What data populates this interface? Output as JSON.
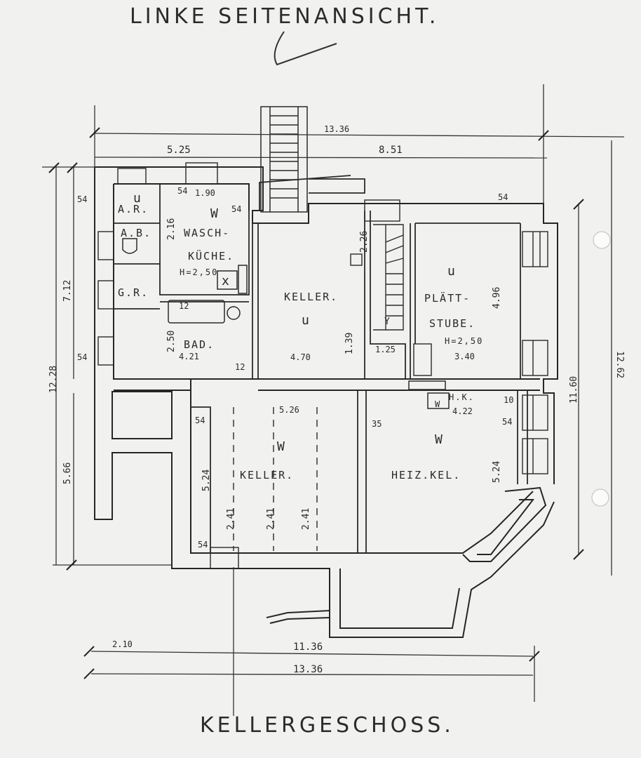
{
  "header": {
    "title": "LINKE SEITENANSICHT."
  },
  "footer": {
    "title": "KELLERGESCHOSS."
  },
  "rooms": {
    "ar": "A.R.",
    "ab": "A.B.",
    "gr": "G.R.",
    "waschkueche_1": "WASCH-",
    "waschkueche_2": "KÜCHE.",
    "waschkueche_h": "H=2,50",
    "bad": "BAD.",
    "keller_main": "KELLER.",
    "plaettstube_1": "PLÄTT-",
    "plaettstube_2": "STUBE.",
    "plaettstube_h": "H=2,50",
    "keller_lower": "KELLER.",
    "heizkeller": "HEIZ.KEL.",
    "hk": "H.K."
  },
  "marks": {
    "u1": "u",
    "u2": "u",
    "u3": "u",
    "w1": "W",
    "w2": "W",
    "w3": "W",
    "w4": "W",
    "x": "x",
    "y": "Y"
  },
  "dimensions": {
    "top_total": "13.36",
    "top_left": "5.25",
    "top_right": "8.51",
    "bottom_inner": "11.36",
    "bottom_total": "13.36",
    "bottom_small": "2.10",
    "left_upper": "7.12",
    "left_total": "12.28",
    "left_lower": "5.66",
    "right_outer": "12.62",
    "right_inner": "11.60",
    "w_190": "1.90",
    "w_216": "2.16",
    "w_250": "2.50",
    "w_421": "4.21",
    "w_470": "4.70",
    "w_125": "1.25",
    "w_340": "3.40",
    "w_496": "4.96",
    "w_139": "1.39",
    "w_226": "2.26",
    "w_526": "5.26",
    "w_422": "4.22",
    "w_524a": "5.24",
    "w_524b": "5.24",
    "w_35": "35",
    "h_24a": "2.41",
    "h_24b": "2.41",
    "h_24c": "2.41",
    "t_54a": "54",
    "t_54b": "54",
    "t_54c": "54",
    "t_54d": "54",
    "t_54e": "54",
    "t_54f": "54",
    "t_54g": "54",
    "t_54h": "54",
    "t_12": "12",
    "t_12b": "12",
    "t_10": "10"
  }
}
